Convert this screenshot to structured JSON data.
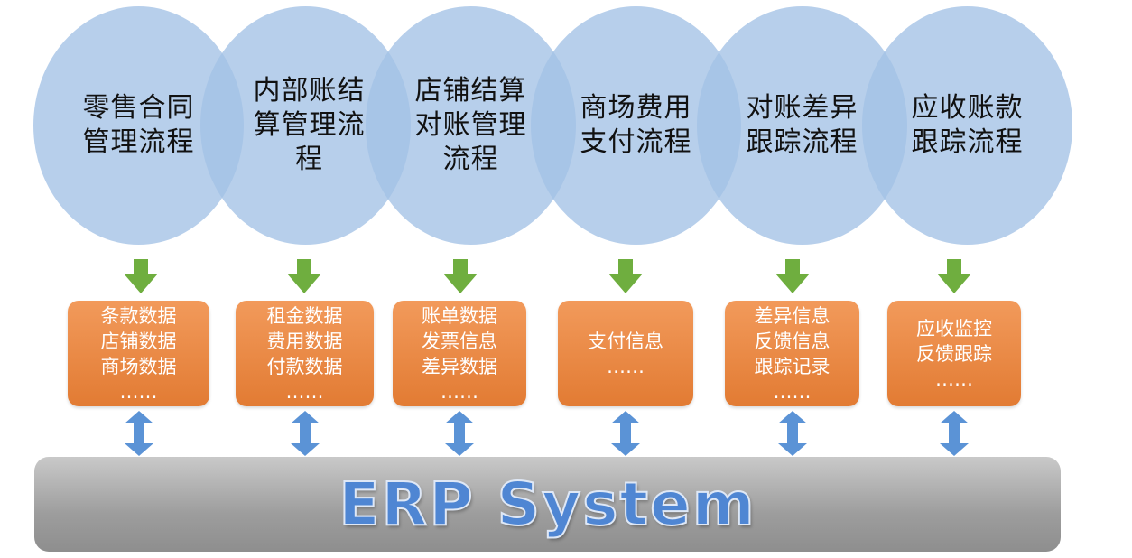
{
  "processes": [
    {
      "lines": [
        "零售合同",
        "管理流程"
      ]
    },
    {
      "lines": [
        "内部账结",
        "算管理流",
        "程"
      ]
    },
    {
      "lines": [
        "店铺结算",
        "对账管理",
        "流程"
      ]
    },
    {
      "lines": [
        "商场费用",
        "支付流程"
      ]
    },
    {
      "lines": [
        "对账差异",
        "跟踪流程"
      ]
    },
    {
      "lines": [
        "应收账款",
        "跟踪流程"
      ]
    }
  ],
  "data_boxes": [
    {
      "lines": [
        "条款数据",
        "店铺数据",
        "商场数据",
        "……"
      ]
    },
    {
      "lines": [
        "租金数据",
        "费用数据",
        "付款数据",
        "……"
      ]
    },
    {
      "lines": [
        "账单数据",
        "发票信息",
        "差异数据",
        "……"
      ]
    },
    {
      "lines": [
        "支付信息",
        "……"
      ]
    },
    {
      "lines": [
        "差异信息",
        "反馈信息",
        "跟踪记录",
        "……"
      ]
    },
    {
      "lines": [
        "应收监控",
        "反馈跟踪",
        "……"
      ]
    }
  ],
  "system": {
    "title": "ERP System"
  },
  "colors": {
    "circle": "#a3c2e6",
    "down_arrow": "#6fae3f",
    "box": "#e9813d",
    "double_arrow": "#5b93d6",
    "erp_bar": "#a8a8a8",
    "erp_text": "#4f86d3"
  }
}
